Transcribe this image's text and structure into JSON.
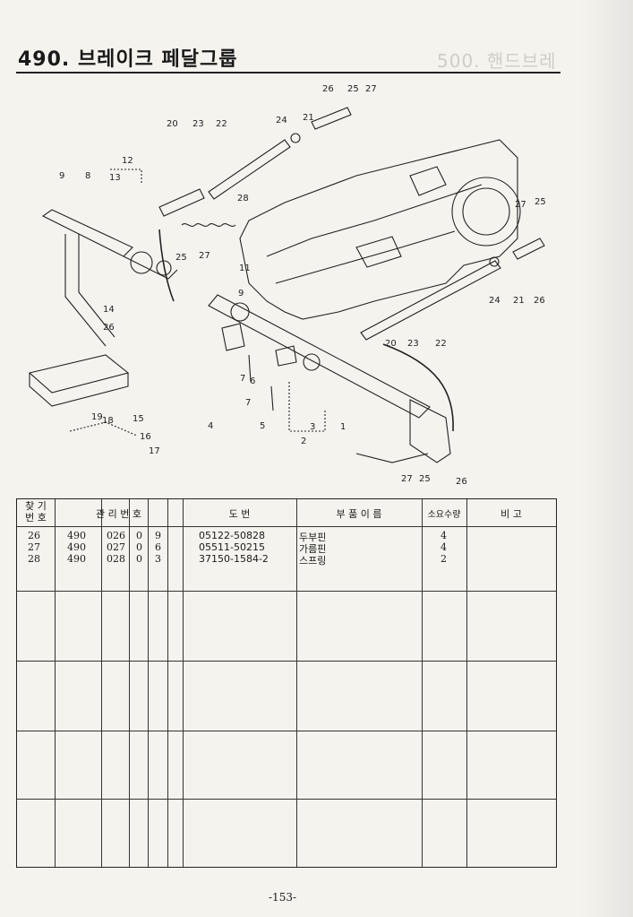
{
  "page": {
    "title": "490. 브레이크 페달그룹",
    "ghost_title": "500. 핸드브레",
    "page_number": "-153-"
  },
  "diagram": {
    "callouts": [
      "26",
      "25",
      "27",
      "20",
      "23",
      "22",
      "24",
      "21",
      "28",
      "12",
      "9",
      "8",
      "13",
      "25",
      "27",
      "11",
      "9",
      "14",
      "26",
      "27",
      "25",
      "24",
      "21",
      "26",
      "20",
      "23",
      "22",
      "7",
      "6",
      "7",
      "4",
      "5",
      "3",
      "2",
      "1",
      "19",
      "18",
      "15",
      "16",
      "17",
      "27",
      "25",
      "26"
    ]
  },
  "table": {
    "headers": {
      "find_no": "찾 기\n번 호",
      "mgmt_no": "관 리 번 호",
      "drawing_no": "도  번",
      "part_name": "부 품 이 름",
      "qty": "소요수량",
      "remarks": "비  고"
    },
    "rows": [
      {
        "find": "26",
        "a": "490",
        "b": "026",
        "c": "0",
        "d": "9",
        "drawing": "05122-50828",
        "name": "두부핀",
        "qty": "4"
      },
      {
        "find": "27",
        "a": "490",
        "b": "027",
        "c": "0",
        "d": "6",
        "drawing": "05511-50215",
        "name": "가름핀",
        "qty": "4"
      },
      {
        "find": "28",
        "a": "490",
        "b": "028",
        "c": "0",
        "d": "3",
        "drawing": "37150-1584-2",
        "name": "스프링",
        "qty": "2"
      }
    ]
  }
}
